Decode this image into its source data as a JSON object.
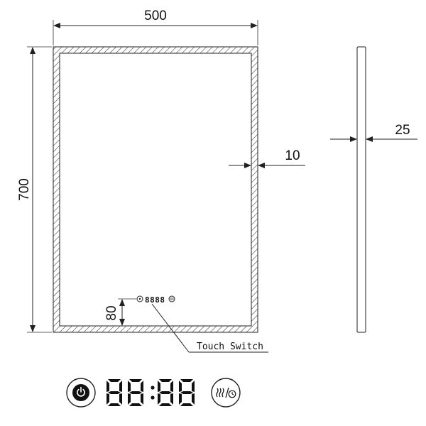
{
  "dimensions": {
    "width": "500",
    "height": "700",
    "frame_border": "10",
    "depth": "25",
    "panel_offset": "80"
  },
  "callout": {
    "label": "Touch Switch"
  },
  "mini_panel": {
    "digits": "8888"
  },
  "control_panel": {
    "digits": "88:88",
    "buttons": [
      "power-icon",
      "defog-timer-icon"
    ]
  },
  "colors": {
    "line": "#222222",
    "segment": "#111111",
    "hatch": "#444444"
  }
}
